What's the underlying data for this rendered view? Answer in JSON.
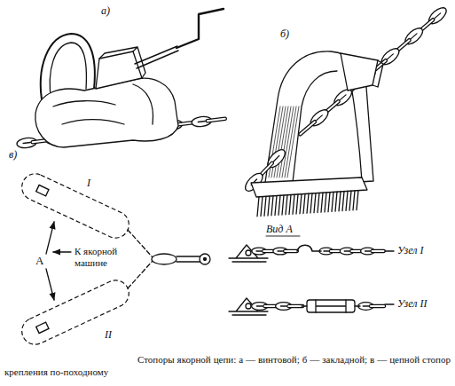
{
  "diagram": {
    "caption": "Стопоры якорной цепи: а — винтовой; б — закладной; в — цепной стопор крепления по-походному",
    "nodes": [
      {
        "text": [
          "I"
        ]
      },
      {
        "text": [
          "II"
        ]
      }
    ],
    "labels": [
      "а)",
      "б)",
      "в)",
      "А",
      "К якорной машине",
      "Вид А",
      "Узел I",
      "Узел II"
    ]
  }
}
